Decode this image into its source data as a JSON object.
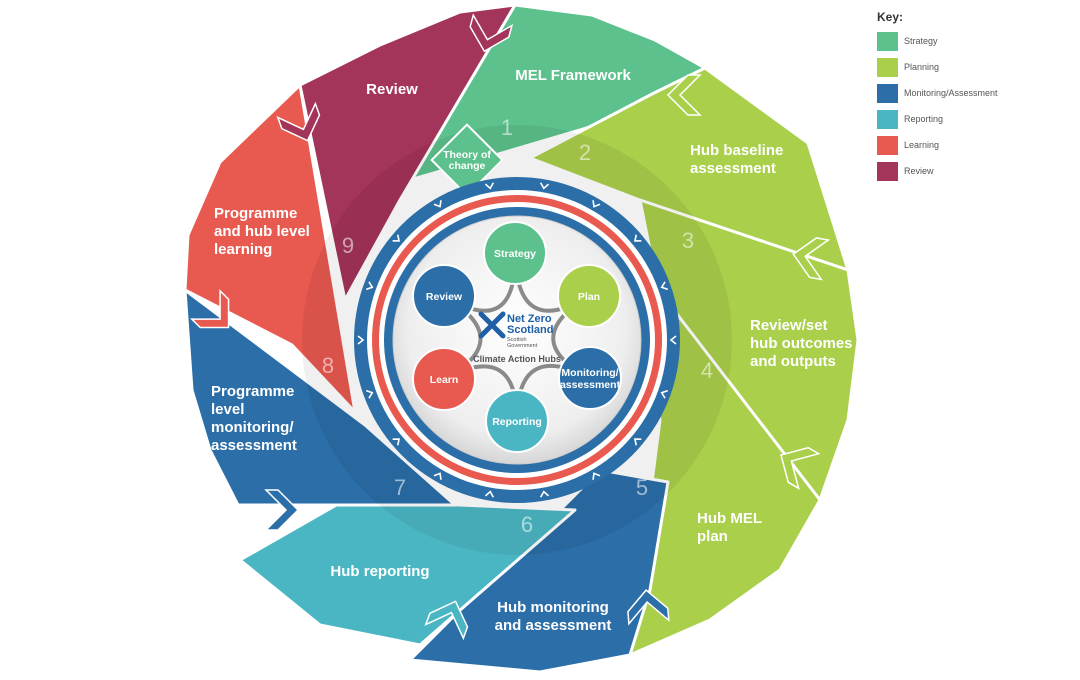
{
  "colors": {
    "strategy": "#5CC18C",
    "planning": "#A9CF4B",
    "monitoring": "#2B6EA8",
    "reporting": "#4BB6C3",
    "learning": "#E8594F",
    "review": "#A3345A"
  },
  "key": {
    "title": "Key:",
    "items": [
      {
        "label": "Strategy"
      },
      {
        "label": "Planning"
      },
      {
        "label": "Monitoring/Assessment"
      },
      {
        "label": "Reporting"
      },
      {
        "label": "Learning"
      },
      {
        "label": "Review"
      }
    ]
  },
  "segments": [
    {
      "number": "1",
      "title": [
        "MEL Framework"
      ]
    },
    {
      "number": "2",
      "title": [
        "Hub baseline",
        "assessment"
      ]
    },
    {
      "number": "3",
      "title": [
        "Review/set",
        "hub outcomes",
        "and outputs"
      ]
    },
    {
      "number": "4",
      "title": [
        "Hub MEL",
        "plan"
      ]
    },
    {
      "number": "5",
      "title": [
        "Hub monitoring",
        "and assessment"
      ]
    },
    {
      "number": "6",
      "title": [
        "Hub reporting"
      ]
    },
    {
      "number": "7",
      "title": [
        "Programme",
        "level",
        "monitoring/",
        "assessment"
      ]
    },
    {
      "number": "8",
      "title": [
        "Programme",
        "and hub level",
        "learning"
      ]
    },
    {
      "number": "9",
      "title": [
        "Review"
      ]
    }
  ],
  "theory_of_change": [
    "Theory of",
    "change"
  ],
  "inner_cycle": [
    {
      "label": [
        "Strategy"
      ]
    },
    {
      "label": [
        "Plan"
      ]
    },
    {
      "label": [
        "Monitoring/",
        "assessment"
      ]
    },
    {
      "label": [
        "Reporting"
      ]
    },
    {
      "label": [
        "Learn"
      ]
    },
    {
      "label": [
        "Review"
      ]
    }
  ],
  "logo": {
    "lines": [
      "Net Zero",
      "Scotland",
      "Scottish",
      "Government"
    ]
  },
  "center_caption": "Climate Action Hubs"
}
